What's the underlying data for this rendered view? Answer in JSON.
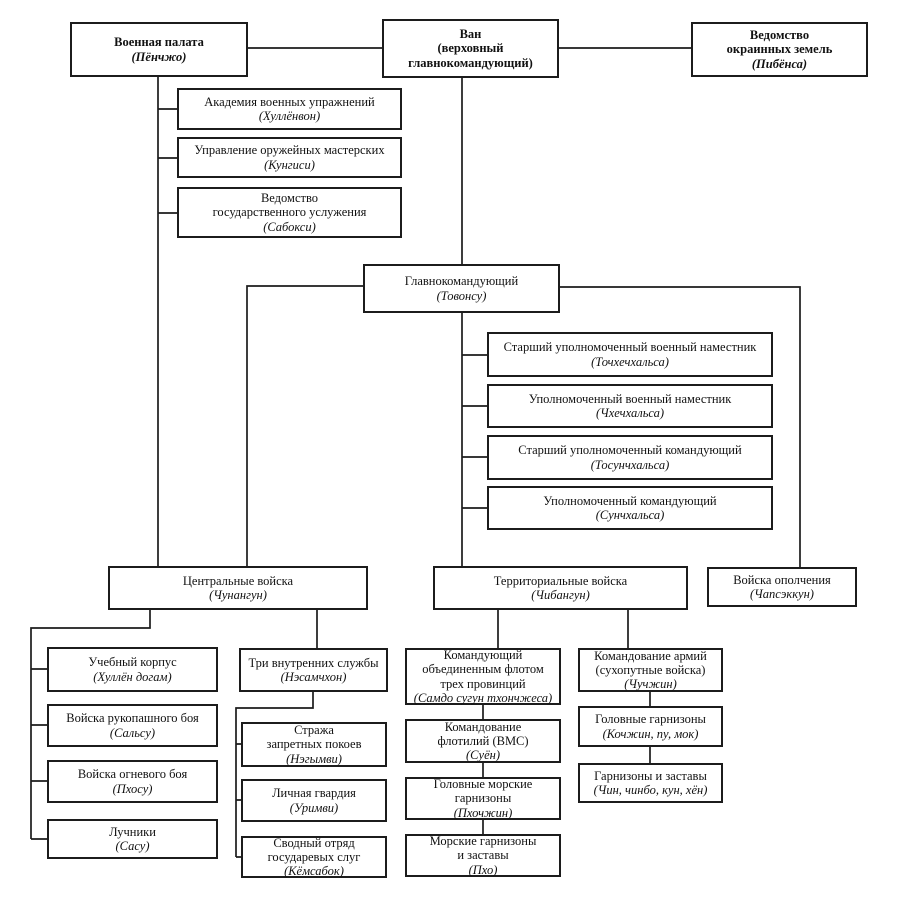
{
  "page": {
    "background": "#ffffff",
    "line_color": "#1c1c1c",
    "box_border_color": "#1c1c1c",
    "text_color": "#111111"
  },
  "boxes": {
    "military_chamber": {
      "name": "Военная палата",
      "rom": "(Пёнчжо)"
    },
    "king": {
      "name": "Ван\n(верховный\nглавнокомандующий)"
    },
    "border_lands_office": {
      "name": "Ведомство\nокраинных земель",
      "rom": "(Пибёнса)"
    },
    "training_academy": {
      "name": "Академия военных упражнений",
      "rom": "(Хуллёнвон)"
    },
    "armory_administration": {
      "name": "Управление оружейных мастерских",
      "rom": "(Кунгиси)"
    },
    "state_service_office": {
      "name": "Ведомство\nгосударственного услужения",
      "rom": "(Сабокси)"
    },
    "commander_in_chief": {
      "name": "Главнокомандующий",
      "rom": "(Товонсу)"
    },
    "senior_military_commissioner": {
      "name": "Старший уполномоченный военный наместник",
      "rom": "(Точхечхальса)"
    },
    "military_commissioner": {
      "name": "Уполномоченный военный наместник",
      "rom": "(Чхечхальса)"
    },
    "senior_commanding_commissioner": {
      "name": "Старший уполномоченный командующий",
      "rom": "(Тосунчхальса)"
    },
    "commanding_commissioner": {
      "name": "Уполномоченный командующий",
      "rom": "(Сунчхальса)"
    },
    "central_troops": {
      "name": "Центральные войска",
      "rom": "(Чунангун)"
    },
    "territorial_troops": {
      "name": "Территориальные войска",
      "rom": "(Чибангун)"
    },
    "militia_troops": {
      "name": "Войска ополчения",
      "rom": "(Чапсэккун)"
    },
    "training_corps": {
      "name": "Учебный корпус",
      "rom": "(Хуллён догам)"
    },
    "hand_to_hand_troops": {
      "name": "Войска рукопашного боя",
      "rom": "(Сальсу)"
    },
    "fire_troops": {
      "name": "Войска огневого боя",
      "rom": "(Пхосу)"
    },
    "archers": {
      "name": "Лучники",
      "rom": "(Сасу)"
    },
    "three_inner_services": {
      "name": "Три внутренних службы",
      "rom": "(Нэсамчхон)"
    },
    "forbidden_chambers_guard": {
      "name": "Стража\nзапретных покоев",
      "rom": "(Нэгымви)"
    },
    "personal_guard": {
      "name": "Личная гвардия",
      "rom": "(Уримви)"
    },
    "royal_servants_detachment": {
      "name": "Сводный отряд\nгосударевых слуг",
      "rom": "(Кёмсабок)"
    },
    "joint_fleet_commander": {
      "name": "Командующий\nобъединенным флотом\nтрех провинций",
      "rom": "(Самдо сугун тхончжеса)"
    },
    "flotilla_command": {
      "name": "Командование\nфлотилий (ВМС)",
      "rom": "(Суён)"
    },
    "main_naval_garrisons": {
      "name": "Головные морские\nгарнизоны",
      "rom": "(Пхочжин)"
    },
    "naval_garrisons_outposts": {
      "name": "Морские гарнизоны\nи заставы",
      "rom": "(Пхо)"
    },
    "army_command": {
      "name": "Командование армий\n(сухопутные войска)",
      "rom": "(Чучжин)"
    },
    "main_garrisons": {
      "name": "Головные гарнизоны",
      "rom": "(Кочжин, пу, мок)"
    },
    "garrisons_outposts": {
      "name": "Гарнизоны и заставы",
      "rom": "(Чин, чинбо, кун, хён)"
    }
  }
}
